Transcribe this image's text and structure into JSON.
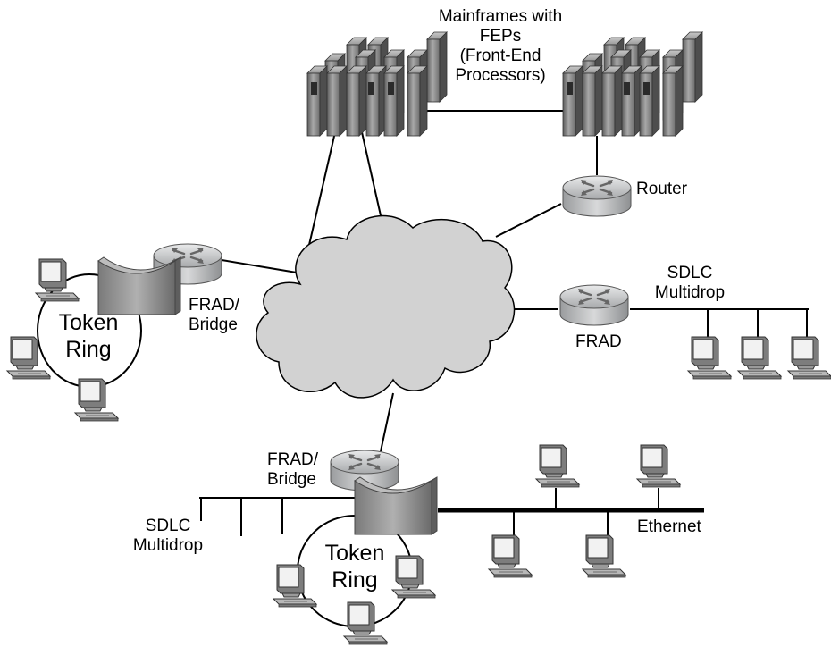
{
  "labels": {
    "mainframes": [
      "Mainframes with",
      "FEPs",
      "(Front-End",
      "Processors)"
    ],
    "router": "Router",
    "sdlc_right": [
      "SDLC",
      "Multidrop"
    ],
    "frad_right": "FRAD",
    "frad_bridge_left": [
      "FRAD/",
      "Bridge"
    ],
    "token_ring_left": [
      "Token",
      "Ring"
    ],
    "frad_bridge_bottom": [
      "FRAD/",
      "Bridge"
    ],
    "sdlc_bottom": [
      "SDLC",
      "Multidrop"
    ],
    "token_ring_bottom": [
      "Token",
      "Ring"
    ],
    "ethernet": "Ethernet"
  },
  "colors": {
    "cloud": "#d2d2d2",
    "router_body": "#b4b6b8",
    "rack": "#8a8a8a",
    "bridge": "#8f8f8f",
    "line": "#000000"
  },
  "icons": [
    "mainframe-icon",
    "router-icon",
    "bridge-icon",
    "computer-icon",
    "wan-cloud-icon"
  ]
}
